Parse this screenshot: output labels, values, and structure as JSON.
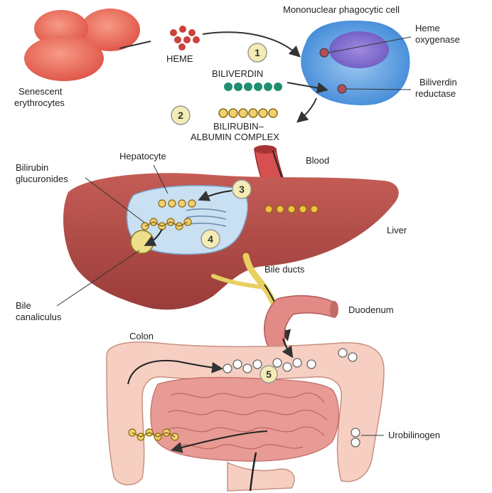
{
  "labels": {
    "senescent_erythrocytes": [
      "Senescent",
      "erythrocytes"
    ],
    "heme": "HEME",
    "mononuclear_cell": "Mononuclear phagocytic cell",
    "heme_oxygenase": [
      "Heme",
      "oxygenase"
    ],
    "biliverdin": "BILIVERDIN",
    "biliverdin_reductase": [
      "Biliverdin",
      "reductase"
    ],
    "bilirubin_albumin": [
      "BILIRUBIN–",
      "ALBUMIN COMPLEX"
    ],
    "hepatocyte": "Hepatocyte",
    "bilirubin_glucuronides": [
      "Bilirubin",
      "glucuronides"
    ],
    "blood": "Blood",
    "liver": "Liver",
    "bile_ducts": "Bile ducts",
    "bile_canaliculus": [
      "Bile",
      "canaliculus"
    ],
    "duodenum": "Duodenum",
    "colon": "Colon",
    "urobilinogen": "Urobilinogen"
  },
  "steps": [
    "1",
    "2",
    "3",
    "4",
    "5"
  ],
  "colors": {
    "erythrocyte": "#ec7160",
    "heme": "#c9433c",
    "cell": "#5aa0de",
    "nucleus": "#7f6ad0",
    "biliverdin": "#1f8f70",
    "bilirubin": "#e9b63a",
    "liver": "#b64e4a",
    "intestine": "#f2b8a8",
    "bile": "#e8d060"
  }
}
